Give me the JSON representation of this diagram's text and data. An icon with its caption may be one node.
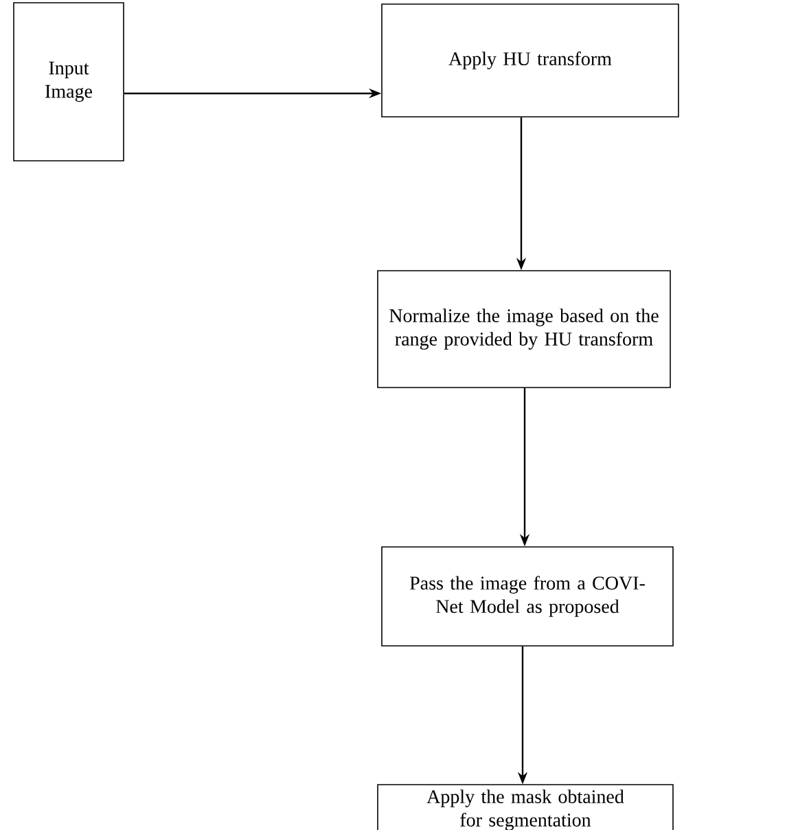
{
  "diagram": {
    "nodes": [
      {
        "text": [
          "Input Image"
        ]
      },
      {
        "text": [
          "Apply HU transform"
        ]
      },
      {
        "text": [
          "Normalize the image based on the range provided by HU transform"
        ]
      },
      {
        "text": [
          "Pass the image from a COVI-Net Model as proposed"
        ]
      },
      {
        "text": [
          "Apply the mask obtained for segmentation"
        ]
      }
    ],
    "edges": [
      {
        "from": 0,
        "to": 1,
        "arrow": "to"
      },
      {
        "from": 1,
        "to": 2,
        "arrow": "to"
      },
      {
        "from": 2,
        "to": 3,
        "arrow": "to"
      },
      {
        "from": 3,
        "to": 4,
        "arrow": "to"
      }
    ]
  }
}
